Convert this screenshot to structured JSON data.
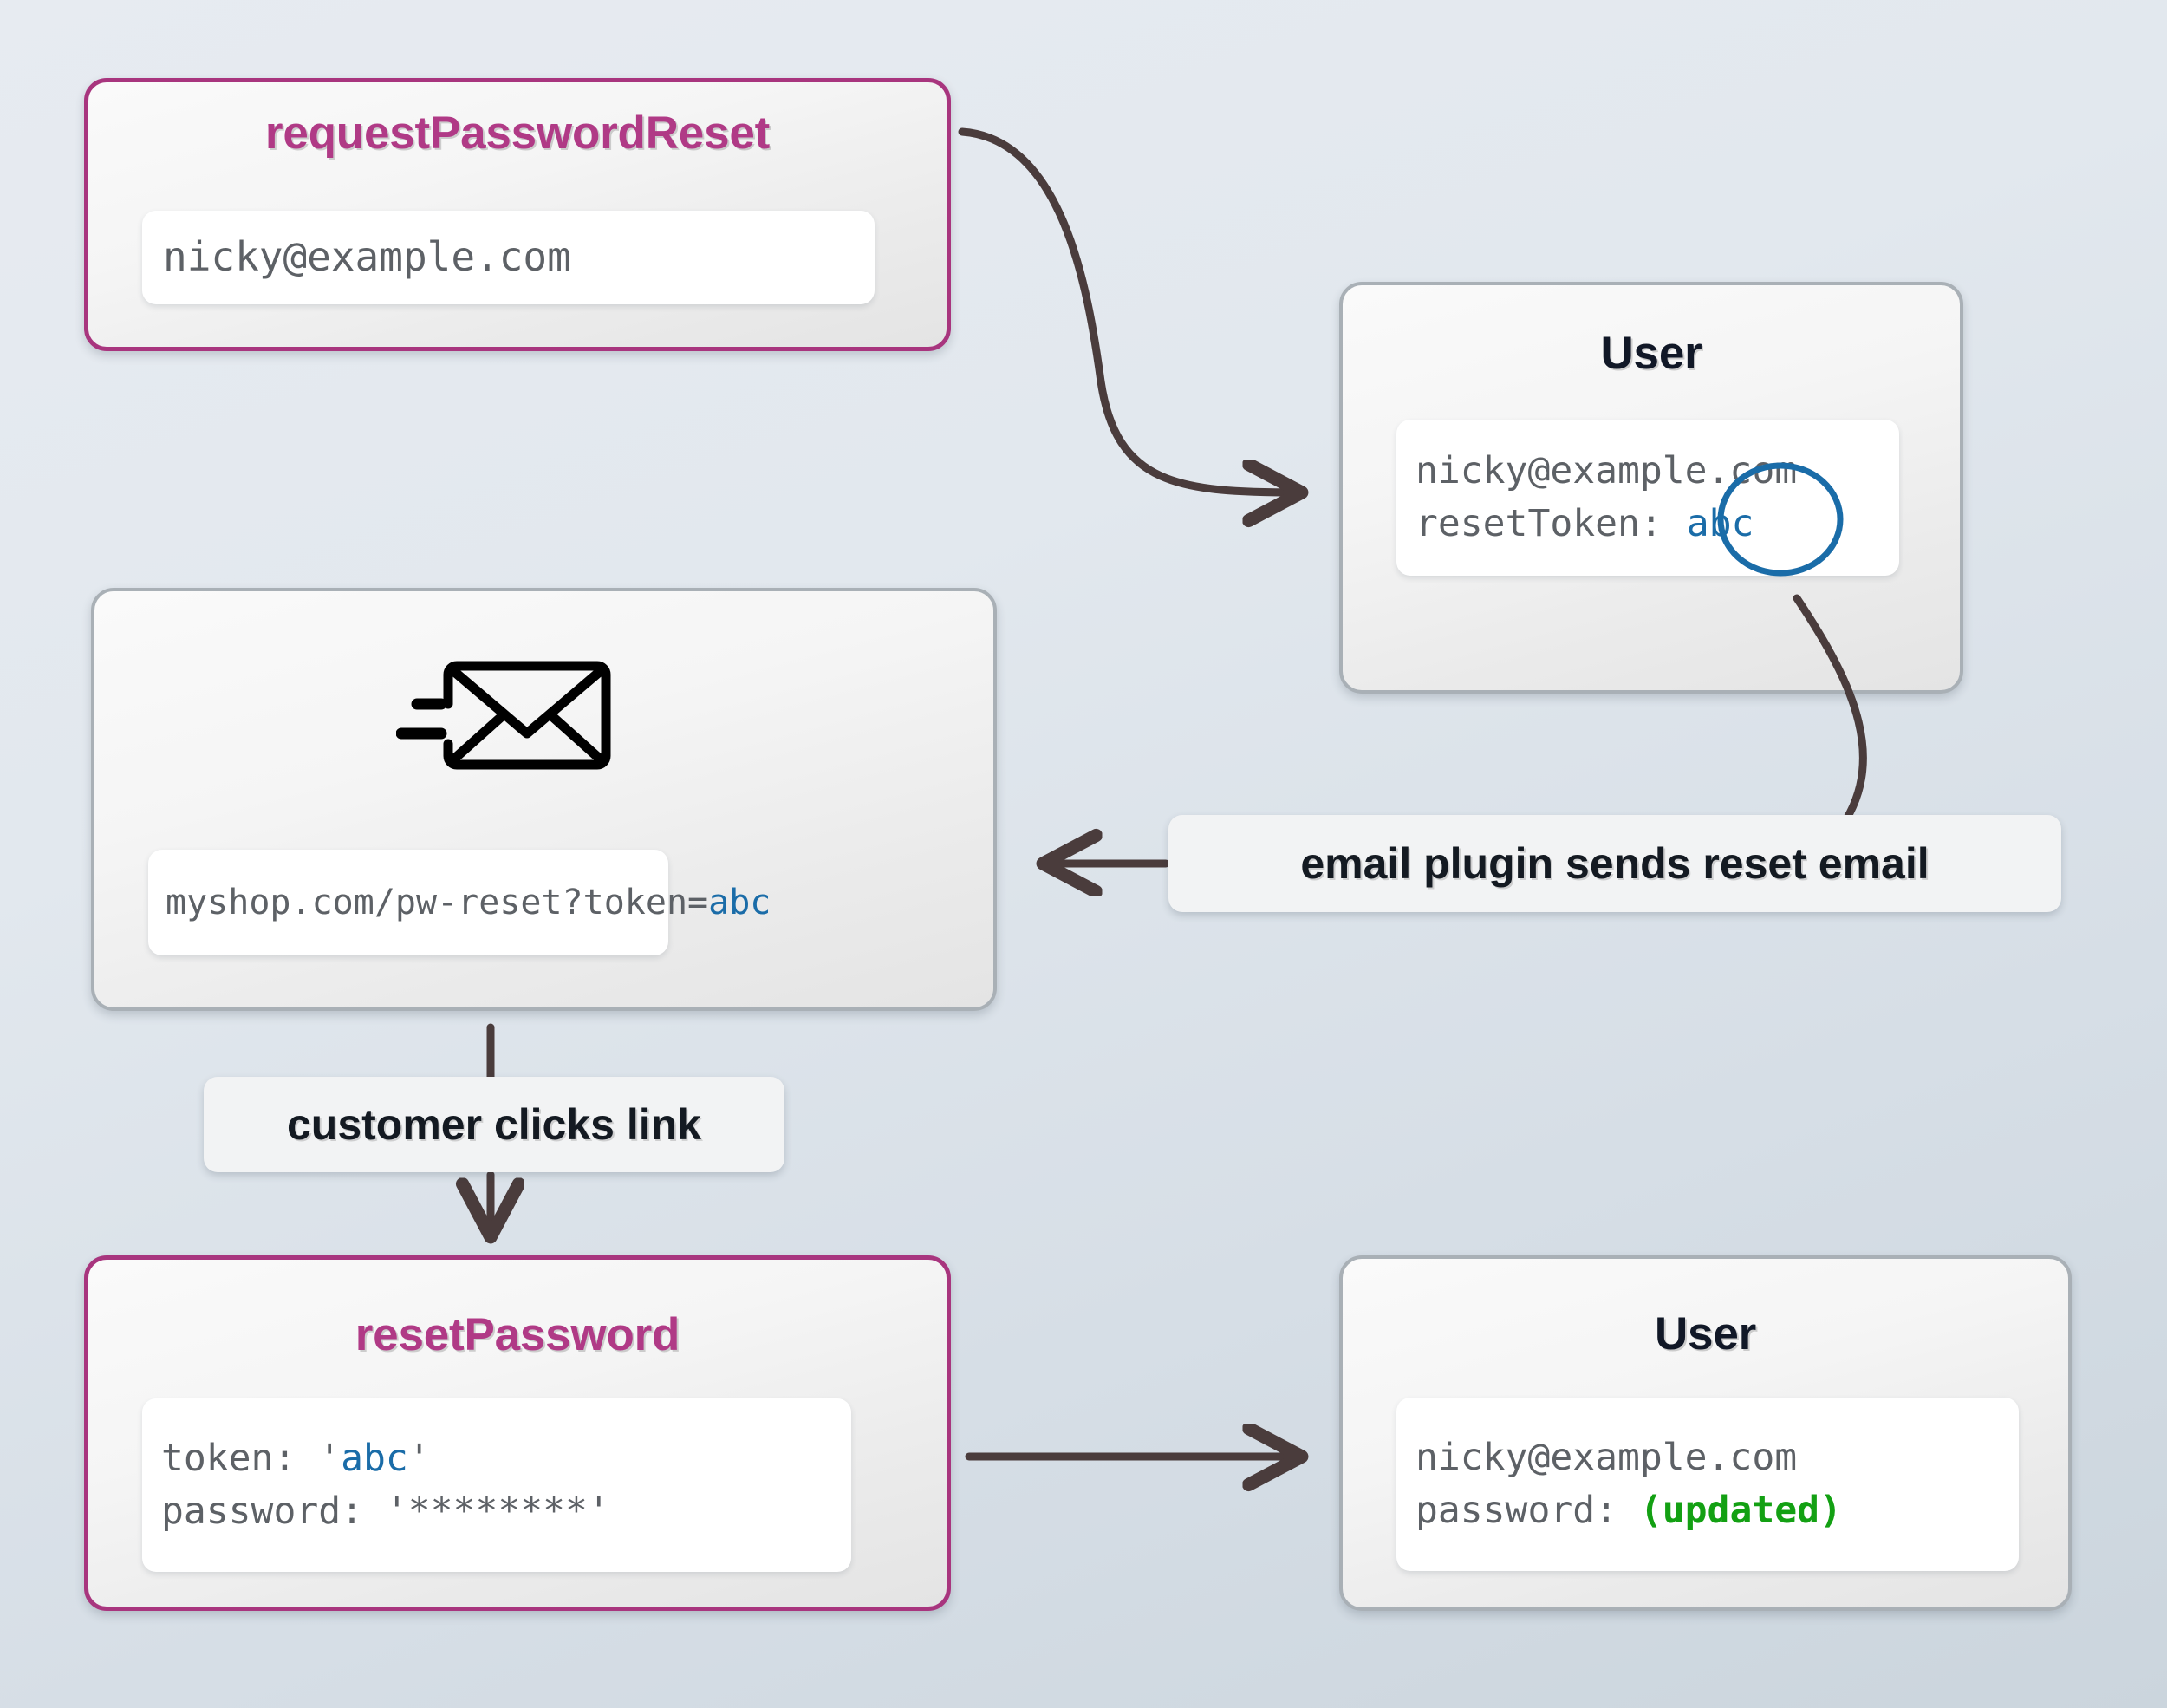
{
  "colors": {
    "accent_border": "#a8357e",
    "accent_title": "#b03a86",
    "plain_border": "#a9b0b6",
    "token_blue": "#1a6ca8",
    "updated_green": "#13a013",
    "arrow": "#4a3c3c",
    "code_grey": "#5d6166",
    "bg_top": "#e7ebf1",
    "bg_bottom": "#cbd5dd"
  },
  "nodes": {
    "request_password_reset": {
      "title": "requestPasswordReset",
      "fields": [
        {
          "text": "nicky@example.com"
        }
      ]
    },
    "user_top": {
      "title": "User",
      "lines": [
        {
          "label": "nicky@example.com",
          "value": ""
        },
        {
          "label": "resetToken:",
          "value": "abc",
          "value_circled": true
        }
      ]
    },
    "email_message": {
      "icon": "envelope-send-icon",
      "url_prefix": "myshop.com/pw-reset?token=",
      "url_token": "abc"
    },
    "reset_password": {
      "title": "resetPassword",
      "lines": [
        {
          "label": "token: ",
          "quote_open": "'",
          "value": "abc",
          "quote_close": "'"
        },
        {
          "label": "password: ",
          "value": "'********'"
        }
      ]
    },
    "user_bottom": {
      "title": "User",
      "lines": [
        {
          "label": "nicky@example.com",
          "value": ""
        },
        {
          "label": "password: ",
          "value": "(updated)"
        }
      ]
    }
  },
  "edge_labels": {
    "email_plugin": "email plugin sends reset email",
    "customer_clicks": "customer clicks link"
  }
}
